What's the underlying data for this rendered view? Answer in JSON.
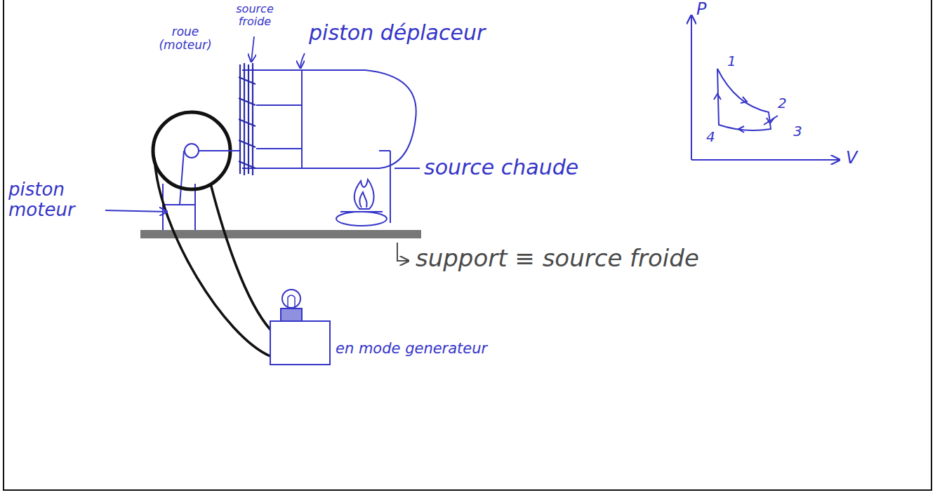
{
  "diagram": {
    "labels": [
      "roue (moteur)",
      "source froide",
      "piston déplaceur",
      "source chaude",
      "piston moteur",
      "support ≡ source froide",
      "en mode generateur",
      "P",
      "V",
      "1",
      "2",
      "3",
      "4"
    ]
  }
}
